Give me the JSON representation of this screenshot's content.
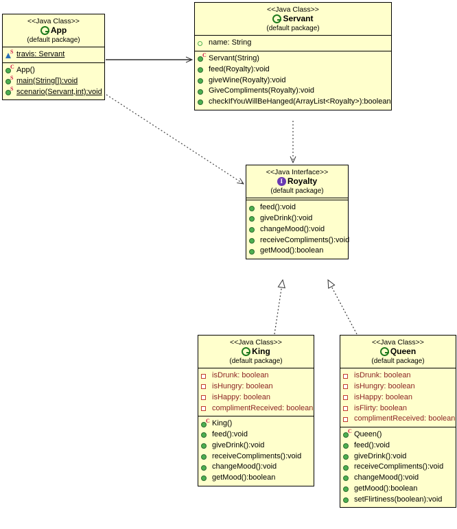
{
  "diagram": {
    "kind": "uml-class-diagram",
    "background": "#ffffff",
    "box_fill": "#ffffcc",
    "box_stroke": "#000000",
    "method_color": "#4caf50",
    "private_color": "#c0392b",
    "private_text_color": "#8b2323",
    "package_color": "#2a6fb5",
    "class_icon_color": "#1e7a1e",
    "interface_icon_color": "#6a3ab2",
    "static_badge_color": "#cc1144"
  },
  "classes": {
    "app": {
      "stereotype": "<<Java Class>>",
      "name": "App",
      "package": "(default package)",
      "icon": "java-class-icon",
      "icon_letter": "C",
      "fields": [
        {
          "text": "travis: Servant",
          "icon": "field-package-icon",
          "badge": "S",
          "static": true,
          "visibility": "package"
        }
      ],
      "methods": [
        {
          "text": "App()",
          "icon": "method-public-icon",
          "badge": "C",
          "static": false,
          "visibility": "public"
        },
        {
          "text": "main(String[]):void",
          "icon": "method-public-icon",
          "badge": "S",
          "static": true,
          "visibility": "public"
        },
        {
          "text": "scenario(Servant,int):void",
          "icon": "method-public-icon",
          "badge": "S",
          "static": true,
          "visibility": "public"
        }
      ]
    },
    "servant": {
      "stereotype": "<<Java Class>>",
      "name": "Servant",
      "package": "(default package)",
      "icon": "java-class-icon",
      "icon_letter": "C",
      "fields": [
        {
          "text": "name: String",
          "icon": "field-public-icon",
          "badge": "",
          "static": false,
          "visibility": "public"
        }
      ],
      "methods": [
        {
          "text": "Servant(String)",
          "icon": "method-public-icon",
          "badge": "C",
          "static": false,
          "visibility": "public"
        },
        {
          "text": "feed(Royalty):void",
          "icon": "method-public-icon",
          "badge": "",
          "static": false,
          "visibility": "public"
        },
        {
          "text": "giveWine(Royalty):void",
          "icon": "method-public-icon",
          "badge": "",
          "static": false,
          "visibility": "public"
        },
        {
          "text": "GiveCompliments(Royalty):void",
          "icon": "method-public-icon",
          "badge": "",
          "static": false,
          "visibility": "public"
        },
        {
          "text": "checkIfYouWillBeHanged(ArrayList<Royalty>):boolean",
          "icon": "method-public-icon",
          "badge": "",
          "static": false,
          "visibility": "public"
        }
      ]
    },
    "royalty": {
      "stereotype": "<<Java Interface>>",
      "name": "Royalty",
      "package": "(default package)",
      "icon": "java-interface-icon",
      "icon_letter": "I",
      "fields": [],
      "methods": [
        {
          "text": "feed():void",
          "icon": "method-public-icon",
          "badge": "",
          "static": false,
          "visibility": "public"
        },
        {
          "text": "giveDrink():void",
          "icon": "method-public-icon",
          "badge": "",
          "static": false,
          "visibility": "public"
        },
        {
          "text": "changeMood():void",
          "icon": "method-public-icon",
          "badge": "",
          "static": false,
          "visibility": "public"
        },
        {
          "text": "receiveCompliments():void",
          "icon": "method-public-icon",
          "badge": "",
          "static": false,
          "visibility": "public"
        },
        {
          "text": "getMood():boolean",
          "icon": "method-public-icon",
          "badge": "",
          "static": false,
          "visibility": "public"
        }
      ]
    },
    "king": {
      "stereotype": "<<Java Class>>",
      "name": "King",
      "package": "(default package)",
      "icon": "java-class-icon",
      "icon_letter": "C",
      "fields": [
        {
          "text": "isDrunk: boolean",
          "icon": "field-private-icon",
          "badge": "",
          "static": false,
          "visibility": "private"
        },
        {
          "text": "isHungry: boolean",
          "icon": "field-private-icon",
          "badge": "",
          "static": false,
          "visibility": "private"
        },
        {
          "text": "isHappy: boolean",
          "icon": "field-private-icon",
          "badge": "",
          "static": false,
          "visibility": "private"
        },
        {
          "text": "complimentReceived: boolean",
          "icon": "field-private-icon",
          "badge": "",
          "static": false,
          "visibility": "private"
        }
      ],
      "methods": [
        {
          "text": "King()",
          "icon": "method-public-icon",
          "badge": "C",
          "static": false,
          "visibility": "public"
        },
        {
          "text": "feed():void",
          "icon": "method-public-icon",
          "badge": "",
          "static": false,
          "visibility": "public"
        },
        {
          "text": "giveDrink():void",
          "icon": "method-public-icon",
          "badge": "",
          "static": false,
          "visibility": "public"
        },
        {
          "text": "receiveCompliments():void",
          "icon": "method-public-icon",
          "badge": "",
          "static": false,
          "visibility": "public"
        },
        {
          "text": "changeMood():void",
          "icon": "method-public-icon",
          "badge": "",
          "static": false,
          "visibility": "public"
        },
        {
          "text": "getMood():boolean",
          "icon": "method-public-icon",
          "badge": "",
          "static": false,
          "visibility": "public"
        }
      ]
    },
    "queen": {
      "stereotype": "<<Java Class>>",
      "name": "Queen",
      "package": "(default package)",
      "icon": "java-class-icon",
      "icon_letter": "C",
      "fields": [
        {
          "text": "isDrunk: boolean",
          "icon": "field-private-icon",
          "badge": "",
          "static": false,
          "visibility": "private"
        },
        {
          "text": "isHungry: boolean",
          "icon": "field-private-icon",
          "badge": "",
          "static": false,
          "visibility": "private"
        },
        {
          "text": "isHappy: boolean",
          "icon": "field-private-icon",
          "badge": "",
          "static": false,
          "visibility": "private"
        },
        {
          "text": "isFlirty: boolean",
          "icon": "field-private-icon",
          "badge": "",
          "static": false,
          "visibility": "private"
        },
        {
          "text": "complimentReceived: boolean",
          "icon": "field-private-icon",
          "badge": "",
          "static": false,
          "visibility": "private"
        }
      ],
      "methods": [
        {
          "text": "Queen()",
          "icon": "method-public-icon",
          "badge": "C",
          "static": false,
          "visibility": "public"
        },
        {
          "text": "feed():void",
          "icon": "method-public-icon",
          "badge": "",
          "static": false,
          "visibility": "public"
        },
        {
          "text": "giveDrink():void",
          "icon": "method-public-icon",
          "badge": "",
          "static": false,
          "visibility": "public"
        },
        {
          "text": "receiveCompliments():void",
          "icon": "method-public-icon",
          "badge": "",
          "static": false,
          "visibility": "public"
        },
        {
          "text": "changeMood():void",
          "icon": "method-public-icon",
          "badge": "",
          "static": false,
          "visibility": "public"
        },
        {
          "text": "getMood():boolean",
          "icon": "method-public-icon",
          "badge": "",
          "static": false,
          "visibility": "public"
        },
        {
          "text": "setFlirtiness(boolean):void",
          "icon": "method-public-icon",
          "badge": "",
          "static": false,
          "visibility": "public"
        }
      ]
    }
  },
  "relationships": [
    {
      "name": "app-to-servant-association",
      "from": "App",
      "to": "Servant",
      "type": "association",
      "line": "solid",
      "arrow": "open"
    },
    {
      "name": "app-to-royalty-dependency",
      "from": "App",
      "to": "Royalty",
      "type": "dependency",
      "line": "dotted",
      "arrow": "open"
    },
    {
      "name": "servant-to-royalty-dependency",
      "from": "Servant",
      "to": "Royalty",
      "type": "dependency",
      "line": "dotted",
      "arrow": "open"
    },
    {
      "name": "king-implements-royalty",
      "from": "King",
      "to": "Royalty",
      "type": "realization",
      "line": "dotted",
      "arrow": "hollow-triangle"
    },
    {
      "name": "queen-implements-royalty",
      "from": "Queen",
      "to": "Royalty",
      "type": "realization",
      "line": "dotted",
      "arrow": "hollow-triangle"
    }
  ]
}
